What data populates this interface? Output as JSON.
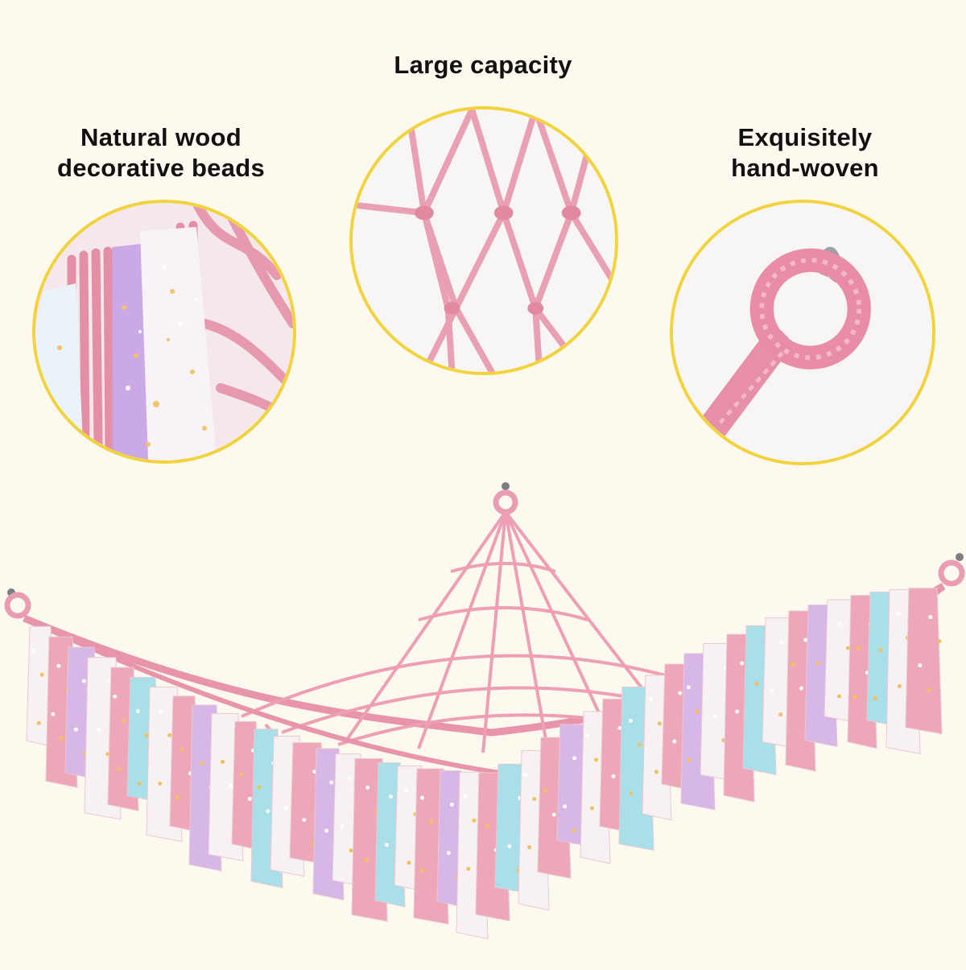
{
  "features": {
    "left": {
      "line1": "Natural wood",
      "line2": "decorative beads"
    },
    "center": {
      "line1": "Large capacity"
    },
    "right": {
      "line1": "Exquisitely",
      "line2": "hand-woven"
    }
  },
  "colors": {
    "background": "#fdf9ee",
    "circle_border": "#f3d33c",
    "rope_pink": "#eea7b8",
    "tassel_white": "#f7f1f4",
    "tassel_lilac": "#d7b6e8",
    "tassel_blue": "#a8dfe8"
  }
}
